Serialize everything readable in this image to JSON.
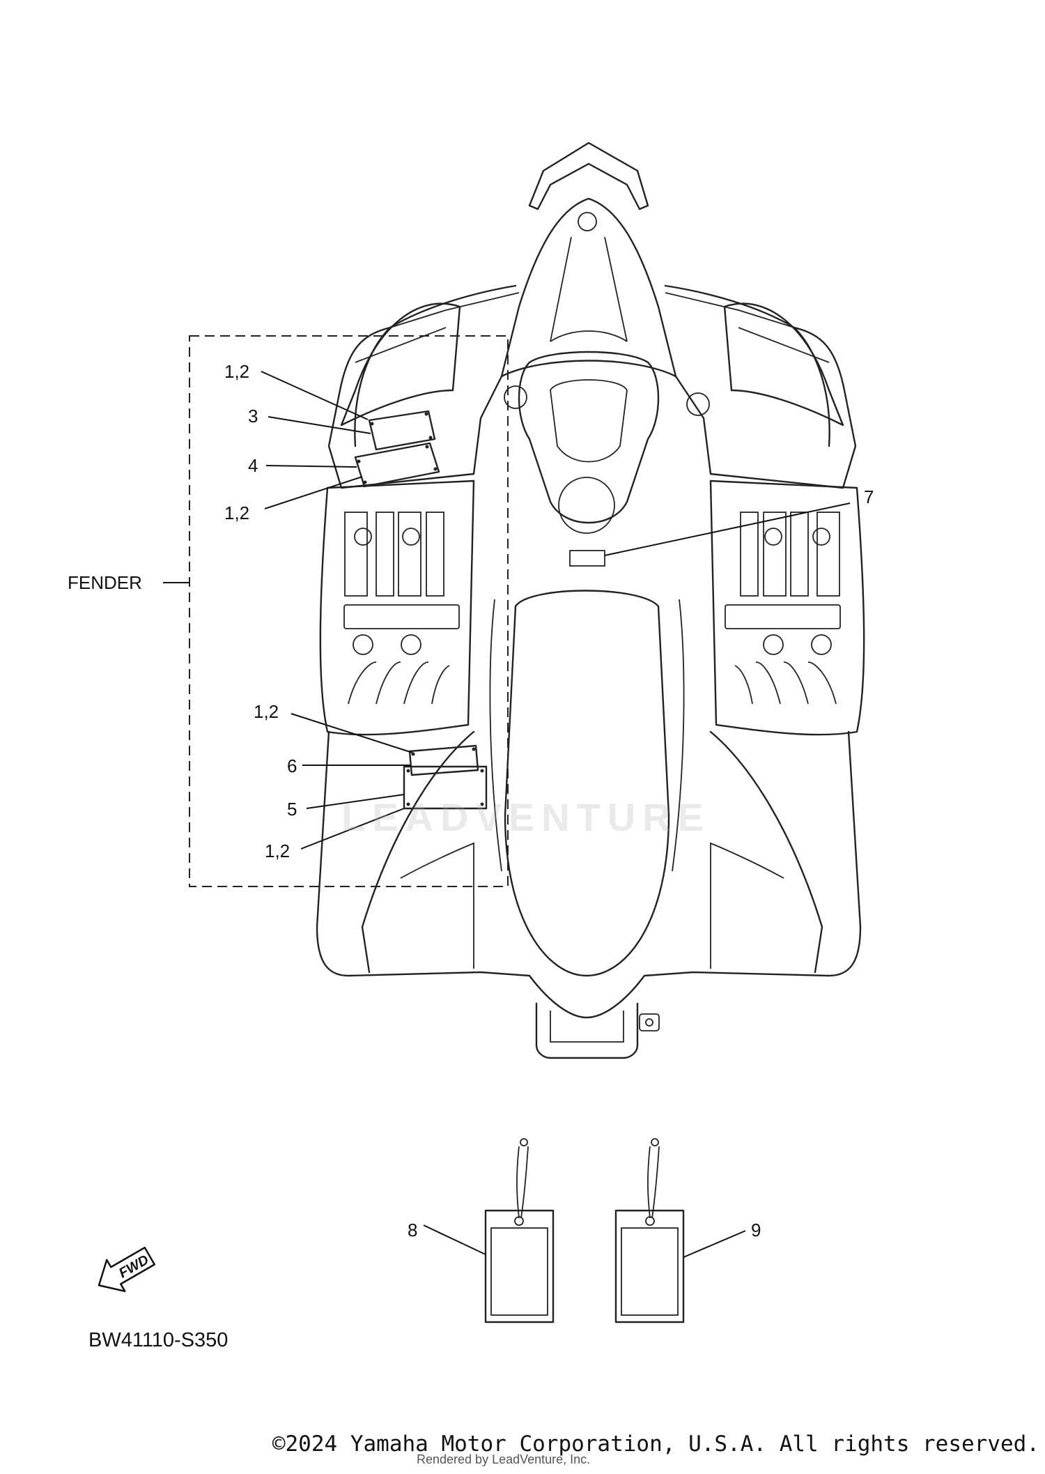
{
  "callouts": {
    "c12a": "1,2",
    "c3": "3",
    "c4": "4",
    "c12b": "1,2",
    "c7": "7",
    "fender": "FENDER",
    "c12c": "1,2",
    "c6": "6",
    "c5": "5",
    "c12d": "1,2",
    "c8": "8",
    "c9": "9"
  },
  "fwd_badge": "FWD",
  "diagram_code": "BW41110-S350",
  "watermark": "LEADVENTURE",
  "footer": {
    "copyright": "©2024 Yamaha Motor Corporation, U.S.A. All rights reserved.",
    "rendered_by": "Rendered by LeadVenture, Inc."
  },
  "icons": {
    "fwd": "fwd-arrow-icon"
  }
}
